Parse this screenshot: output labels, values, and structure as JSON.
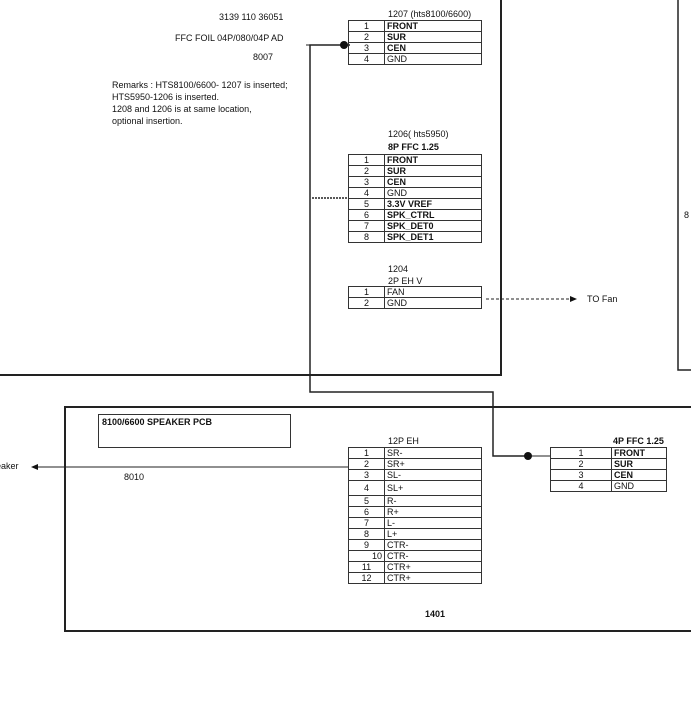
{
  "top_left": {
    "part_no": "3139 110 36051",
    "foil": "FFC FOIL 04P/080/04P AD",
    "ref": "8007",
    "remarks": [
      "Remarks : HTS8100/6600- 1207 is inserted;",
      "HTS5950-1206 is inserted.",
      "1208 and 1206 is at same location,",
      "optional insertion."
    ]
  },
  "right_edge_label": "8",
  "c1207": {
    "title": "1207 (hts8100/6600)",
    "pins": [
      {
        "n": "1",
        "s": "FRONT"
      },
      {
        "n": "2",
        "s": "SUR"
      },
      {
        "n": "3",
        "s": "CEN"
      },
      {
        "n": "4",
        "s": "GND"
      }
    ]
  },
  "c1206": {
    "title": "1206( hts5950)",
    "subtitle": "8P FFC 1.25",
    "pins": [
      {
        "n": "1",
        "s": "FRONT"
      },
      {
        "n": "2",
        "s": "SUR"
      },
      {
        "n": "3",
        "s": "CEN"
      },
      {
        "n": "4",
        "s": "GND"
      },
      {
        "n": "5",
        "s": "3.3V VREF"
      },
      {
        "n": "6",
        "s": "SPK_CTRL"
      },
      {
        "n": "7",
        "s": "SPK_DET0"
      },
      {
        "n": "8",
        "s": "SPK_DET1"
      }
    ]
  },
  "c1204": {
    "title": "1204",
    "subtitle": "2P EH V",
    "pins": [
      {
        "n": "1",
        "s": "FAN"
      },
      {
        "n": "2",
        "s": "GND"
      }
    ],
    "fan_label": "TO Fan"
  },
  "speaker_pcb": {
    "name": "8100/6600 SPEAKER PCB",
    "ref": "8010",
    "left_label": "eaker"
  },
  "c1401": {
    "title": "12P EH",
    "ref": "1401",
    "pins": [
      {
        "n": "1",
        "s": "SR-"
      },
      {
        "n": "2",
        "s": "SR+"
      },
      {
        "n": "3",
        "s": "SL-"
      },
      {
        "n": "4",
        "s": "SL+"
      },
      {
        "n": "5",
        "s": "R-"
      },
      {
        "n": "6",
        "s": "R+"
      },
      {
        "n": "7",
        "s": "L-"
      },
      {
        "n": "8",
        "s": "L+"
      },
      {
        "n": "9",
        "s": "CTR-"
      },
      {
        "n": "10",
        "s": "CTR-"
      },
      {
        "n": "11",
        "s": "CTR+"
      },
      {
        "n": "12",
        "s": "CTR+"
      }
    ]
  },
  "c4p": {
    "title": "4P FFC 1.25",
    "pins": [
      {
        "n": "1",
        "s": "FRONT"
      },
      {
        "n": "2",
        "s": "SUR"
      },
      {
        "n": "3",
        "s": "CEN"
      },
      {
        "n": "4",
        "s": "GND"
      }
    ]
  }
}
